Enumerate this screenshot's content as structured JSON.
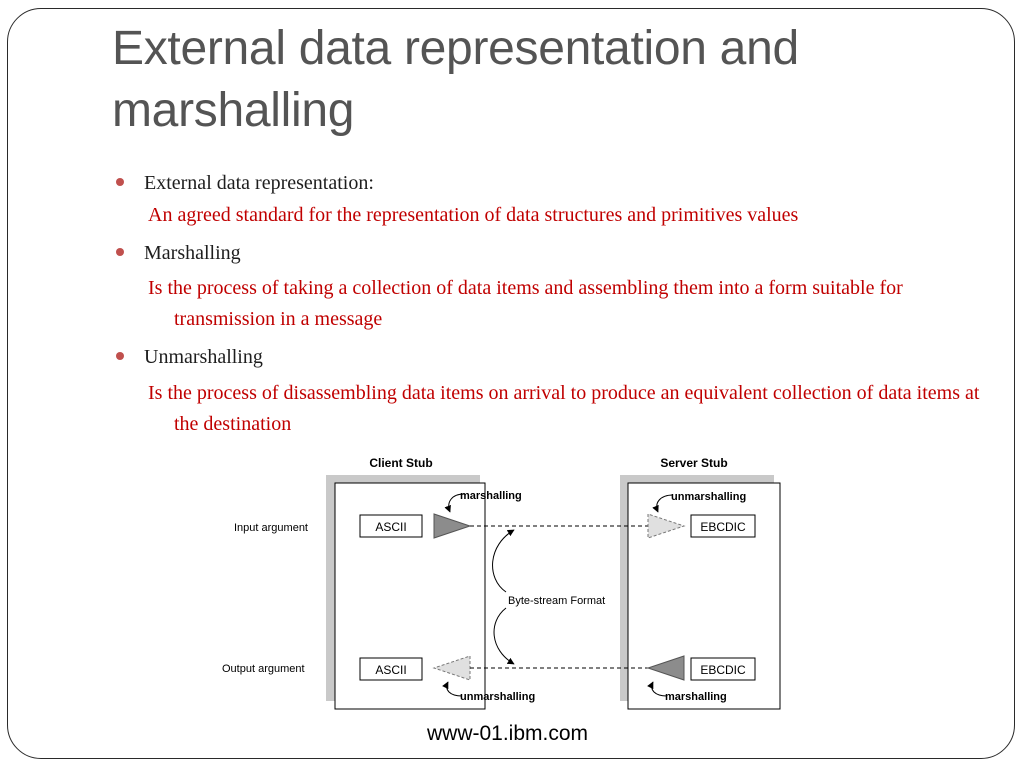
{
  "title": "External data representation and marshalling",
  "bullets": [
    {
      "heading": "External data representation:",
      "detail": "An agreed standard for the representation of data structures and primitives values"
    },
    {
      "heading": "Marshalling",
      "detail": "Is the process of taking a collection of data items and assembling them into a form suitable for transmission in a message"
    },
    {
      "heading": "Unmarshalling",
      "detail": "Is the process of disassembling data items on arrival to produce an equivalent collection of data items at the destination"
    }
  ],
  "diagram": {
    "client_title": "Client Stub",
    "server_title": "Server Stub",
    "input_label": "Input argument",
    "output_label": "Output argument",
    "client_box": "ASCII",
    "server_box": "EBCDIC",
    "top_left_action": "marshalling",
    "top_right_action": "unmarshalling",
    "bottom_left_action": "unmarshalling",
    "bottom_right_action": "marshalling",
    "middle_label": "Byte-stream Format"
  },
  "source": "www-01.ibm.com",
  "colors": {
    "accent": "#c0504d",
    "detail_text": "#c00000",
    "title": "#545454"
  }
}
